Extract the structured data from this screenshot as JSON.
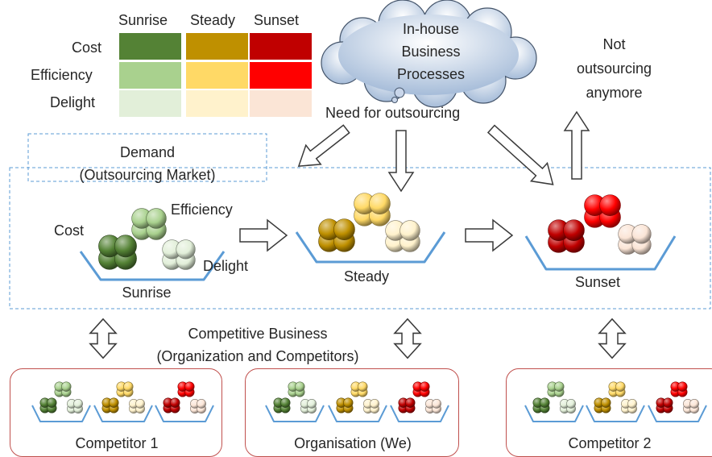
{
  "colors": {
    "cost": [
      "#548235",
      "#bf9000",
      "#c00000"
    ],
    "efficiency": [
      "#a9d18e",
      "#ffd966",
      "#ff0000"
    ],
    "delight": [
      "#e2efd9",
      "#fff2cc",
      "#fbe5d6"
    ],
    "basket_line": "#5b9bd5",
    "competitor_border": "#c0504d",
    "dashed_line": "#5b9bd5"
  },
  "legend_table": {
    "columns": [
      "Sunrise",
      "Steady",
      "Sunset"
    ],
    "rows": [
      "Cost",
      "Efficiency",
      "Delight"
    ]
  },
  "cloud": {
    "lines": [
      "In-house",
      "Business",
      "Processes"
    ]
  },
  "need_label": "Need for outsourcing",
  "not_outsourcing": [
    "Not",
    "outsourcing",
    "anymore"
  ],
  "demand": {
    "lines": [
      "Demand",
      "(Outsourcing Market)"
    ]
  },
  "basket_labels": {
    "cost": "Cost",
    "efficiency": "Efficiency",
    "delight": "Delight"
  },
  "stages": [
    "Sunrise",
    "Steady",
    "Sunset"
  ],
  "competitive": {
    "lines": [
      "Competitive Business",
      "(Organization and Competitors)"
    ]
  },
  "competitors": [
    "Competitor 1",
    "Organisation (We)",
    "Competitor 2"
  ]
}
